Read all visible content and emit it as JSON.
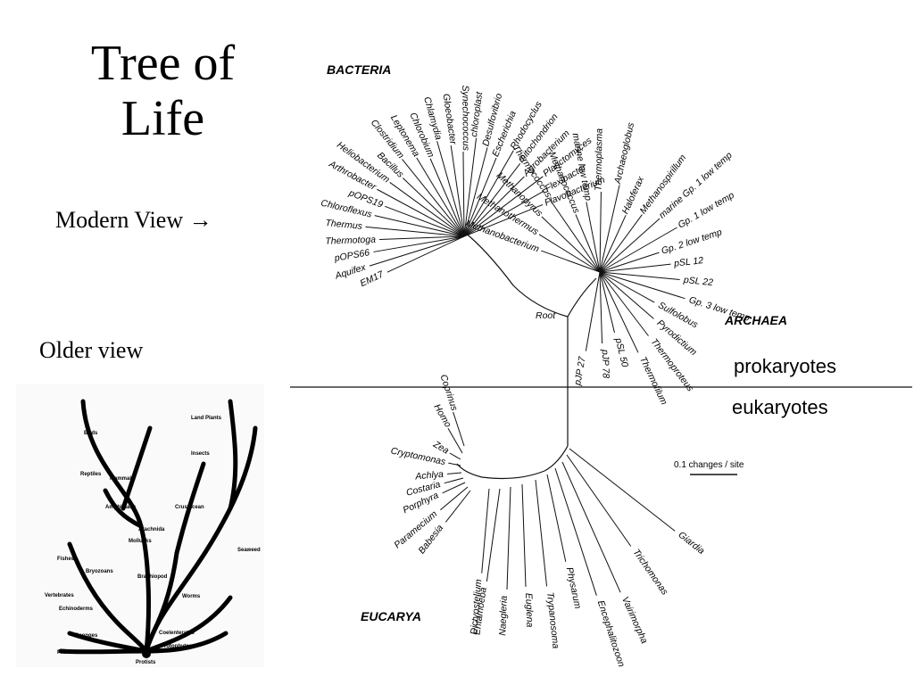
{
  "slide": {
    "title_line1": "Tree of",
    "title_line2": "Life",
    "modern_label": "Modern View",
    "modern_arrow": "→",
    "older_label": "Older view"
  },
  "tree": {
    "domains": {
      "bacteria": "BACTERIA",
      "archaea": "ARCHAEA",
      "eucarya": "EUCARYA"
    },
    "prokaryotes": "prokaryotes",
    "eukaryotes": "eukaryotes",
    "scale_label": "0.1 changes / site",
    "root_label": "Root",
    "bacteria_taxa": [
      "Flavobacterium",
      "Flexibacter",
      "Planctomyces",
      "Agrobacterium",
      "mitochondrion",
      "Rhodocyclus",
      "Escherichia",
      "Desulfovibrio",
      "chloroplast",
      "Synechococcus",
      "Gloeobacter",
      "Chlamydia",
      "Chlorobium",
      "Leptonema",
      "Clostridium",
      "Bacillus",
      "Heliobacterium",
      "Arthrobacter",
      "pOPS19",
      "Chloroflexus",
      "Thermus",
      "Thermotoga",
      "pOPS66",
      "Aquifex",
      "EM17"
    ],
    "archaea_taxa": [
      "Methanobacterium",
      "Methanothermus",
      "Methanopyrus",
      "Thermococcus",
      "Methanococcus",
      "marine low temp",
      "Thermoplasma",
      "Archaeoglobus",
      "Haloferax",
      "Methanospirillum",
      "marine Gp. 1 low temp",
      "Gp. 1 low temp",
      "Gp. 2 low temp",
      "pSL 12",
      "pSL 22",
      "Gp. 3 low temp",
      "Sulfolobus",
      "Pyrodictium",
      "Thermoproteus",
      "Thermofilum",
      "pSL 50",
      "pJP 78",
      "pJP 27"
    ],
    "eucarya_taxa": [
      "Coprinus",
      "Homo",
      "Zea",
      "Cryptomonas",
      "Achlya",
      "Costaria",
      "Porphyra",
      "Paramecium",
      "Babesia",
      "Dictyostelium",
      "Entamoeba",
      "Naegleria",
      "Euglena",
      "Trypanosoma",
      "Physarum",
      "Encephalitozoon",
      "Vairimorpha",
      "Trichomonas",
      "Giardia"
    ]
  },
  "old_tree": {
    "labels": [
      "Land Plants",
      "Birds",
      "Reptiles",
      "Mammals",
      "Amphibians",
      "Insects",
      "Crustacean",
      "Arachnida",
      "Mollusks",
      "Fishes",
      "Bryozoans",
      "Brachiopod",
      "Seaweed",
      "Worms",
      "Vertebrates",
      "Echinoderms",
      "Sponges",
      "Coelenterates",
      "Protophytes",
      "Protozoans",
      "Protists"
    ]
  }
}
